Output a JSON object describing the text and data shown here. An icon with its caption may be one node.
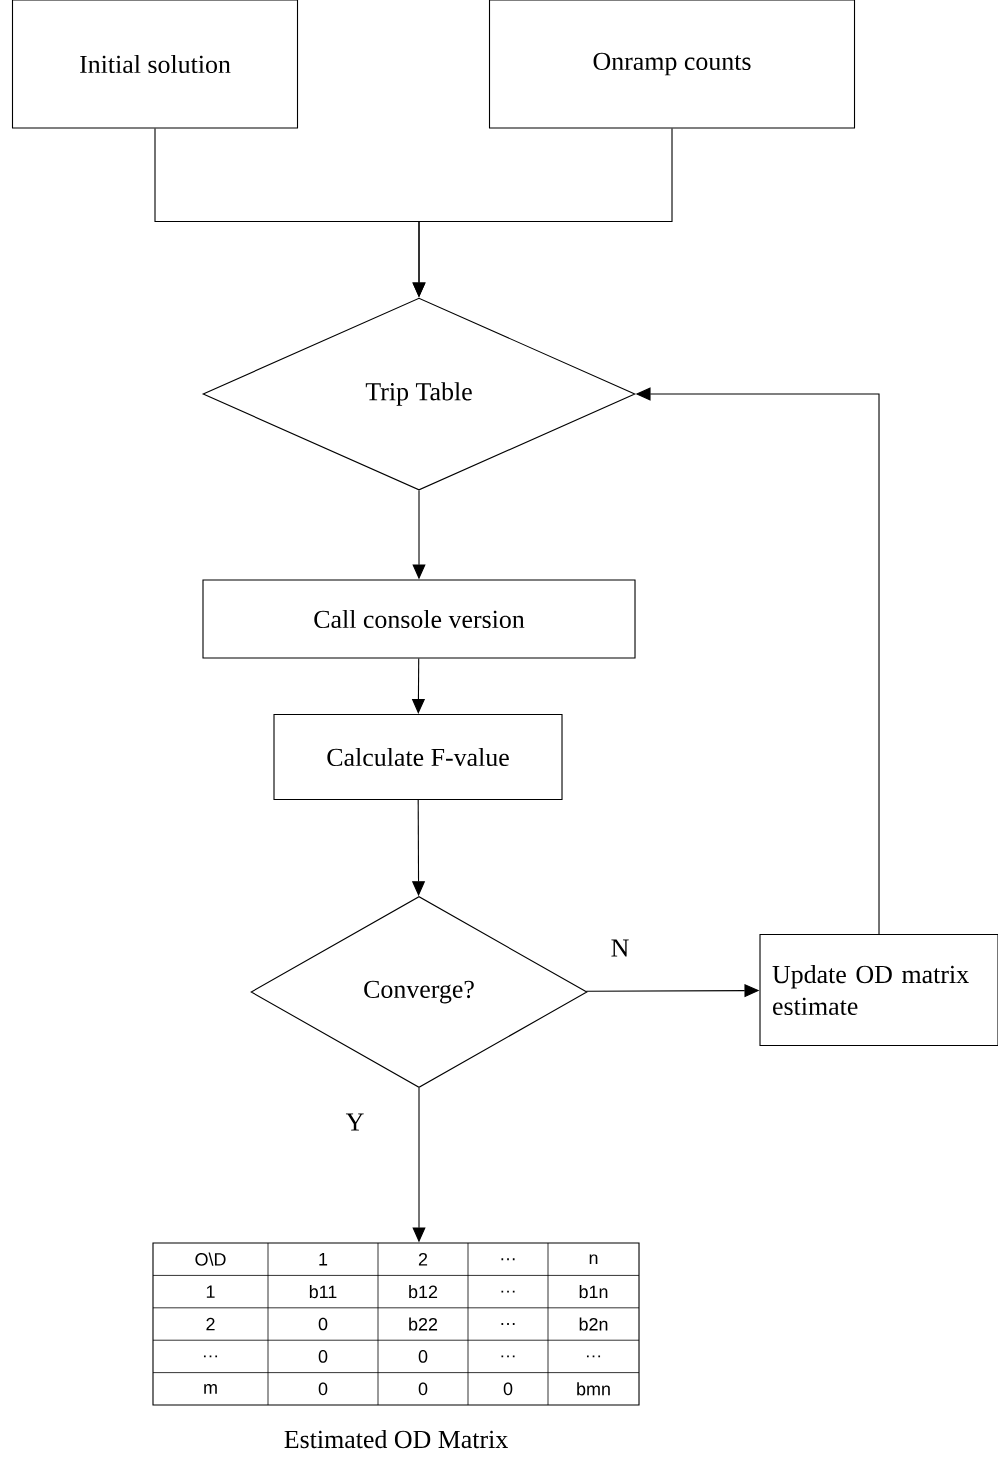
{
  "diagram": {
    "nodes": [
      {
        "text": [
          "Initial solution"
        ]
      },
      {
        "text": [
          "Onramp counts"
        ]
      },
      {
        "text": [
          "Trip Table"
        ]
      },
      {
        "text": [
          "Call console version"
        ]
      },
      {
        "text": [
          "Calculate F-value"
        ]
      },
      {
        "text": [
          "Converge?"
        ]
      },
      {
        "text": [
          "Update OD matrix estimate"
        ]
      },
      {
        "text": [],
        "shape": "box",
        "beside": [
          "Estimated OD Matrix"
        ]
      }
    ],
    "edges": [
      {
        "from": 0,
        "to": 2,
        "arrow": "to"
      },
      {
        "from": 1,
        "to": 2,
        "arrow": "to"
      },
      {
        "from": 2,
        "to": 3,
        "arrow": "to"
      },
      {
        "from": 3,
        "to": 4,
        "arrow": "to"
      },
      {
        "from": 4,
        "to": 5,
        "arrow": "to"
      },
      {
        "from": 5,
        "to": 6,
        "arrow": "to",
        "label": "N"
      },
      {
        "from": 6,
        "to": 2,
        "arrow": "to"
      },
      {
        "from": 5,
        "to": 7,
        "arrow": "to",
        "label": "Y"
      }
    ],
    "labels": [
      "O\\D",
      "1",
      "2",
      "…",
      "n",
      "1",
      "b11",
      "b12",
      "…",
      "b1n",
      "2",
      "0",
      "b22",
      "…",
      "b2n",
      "…",
      "0",
      "0",
      "…",
      "…",
      "m",
      "0",
      "0",
      "0",
      "bmn"
    ]
  }
}
